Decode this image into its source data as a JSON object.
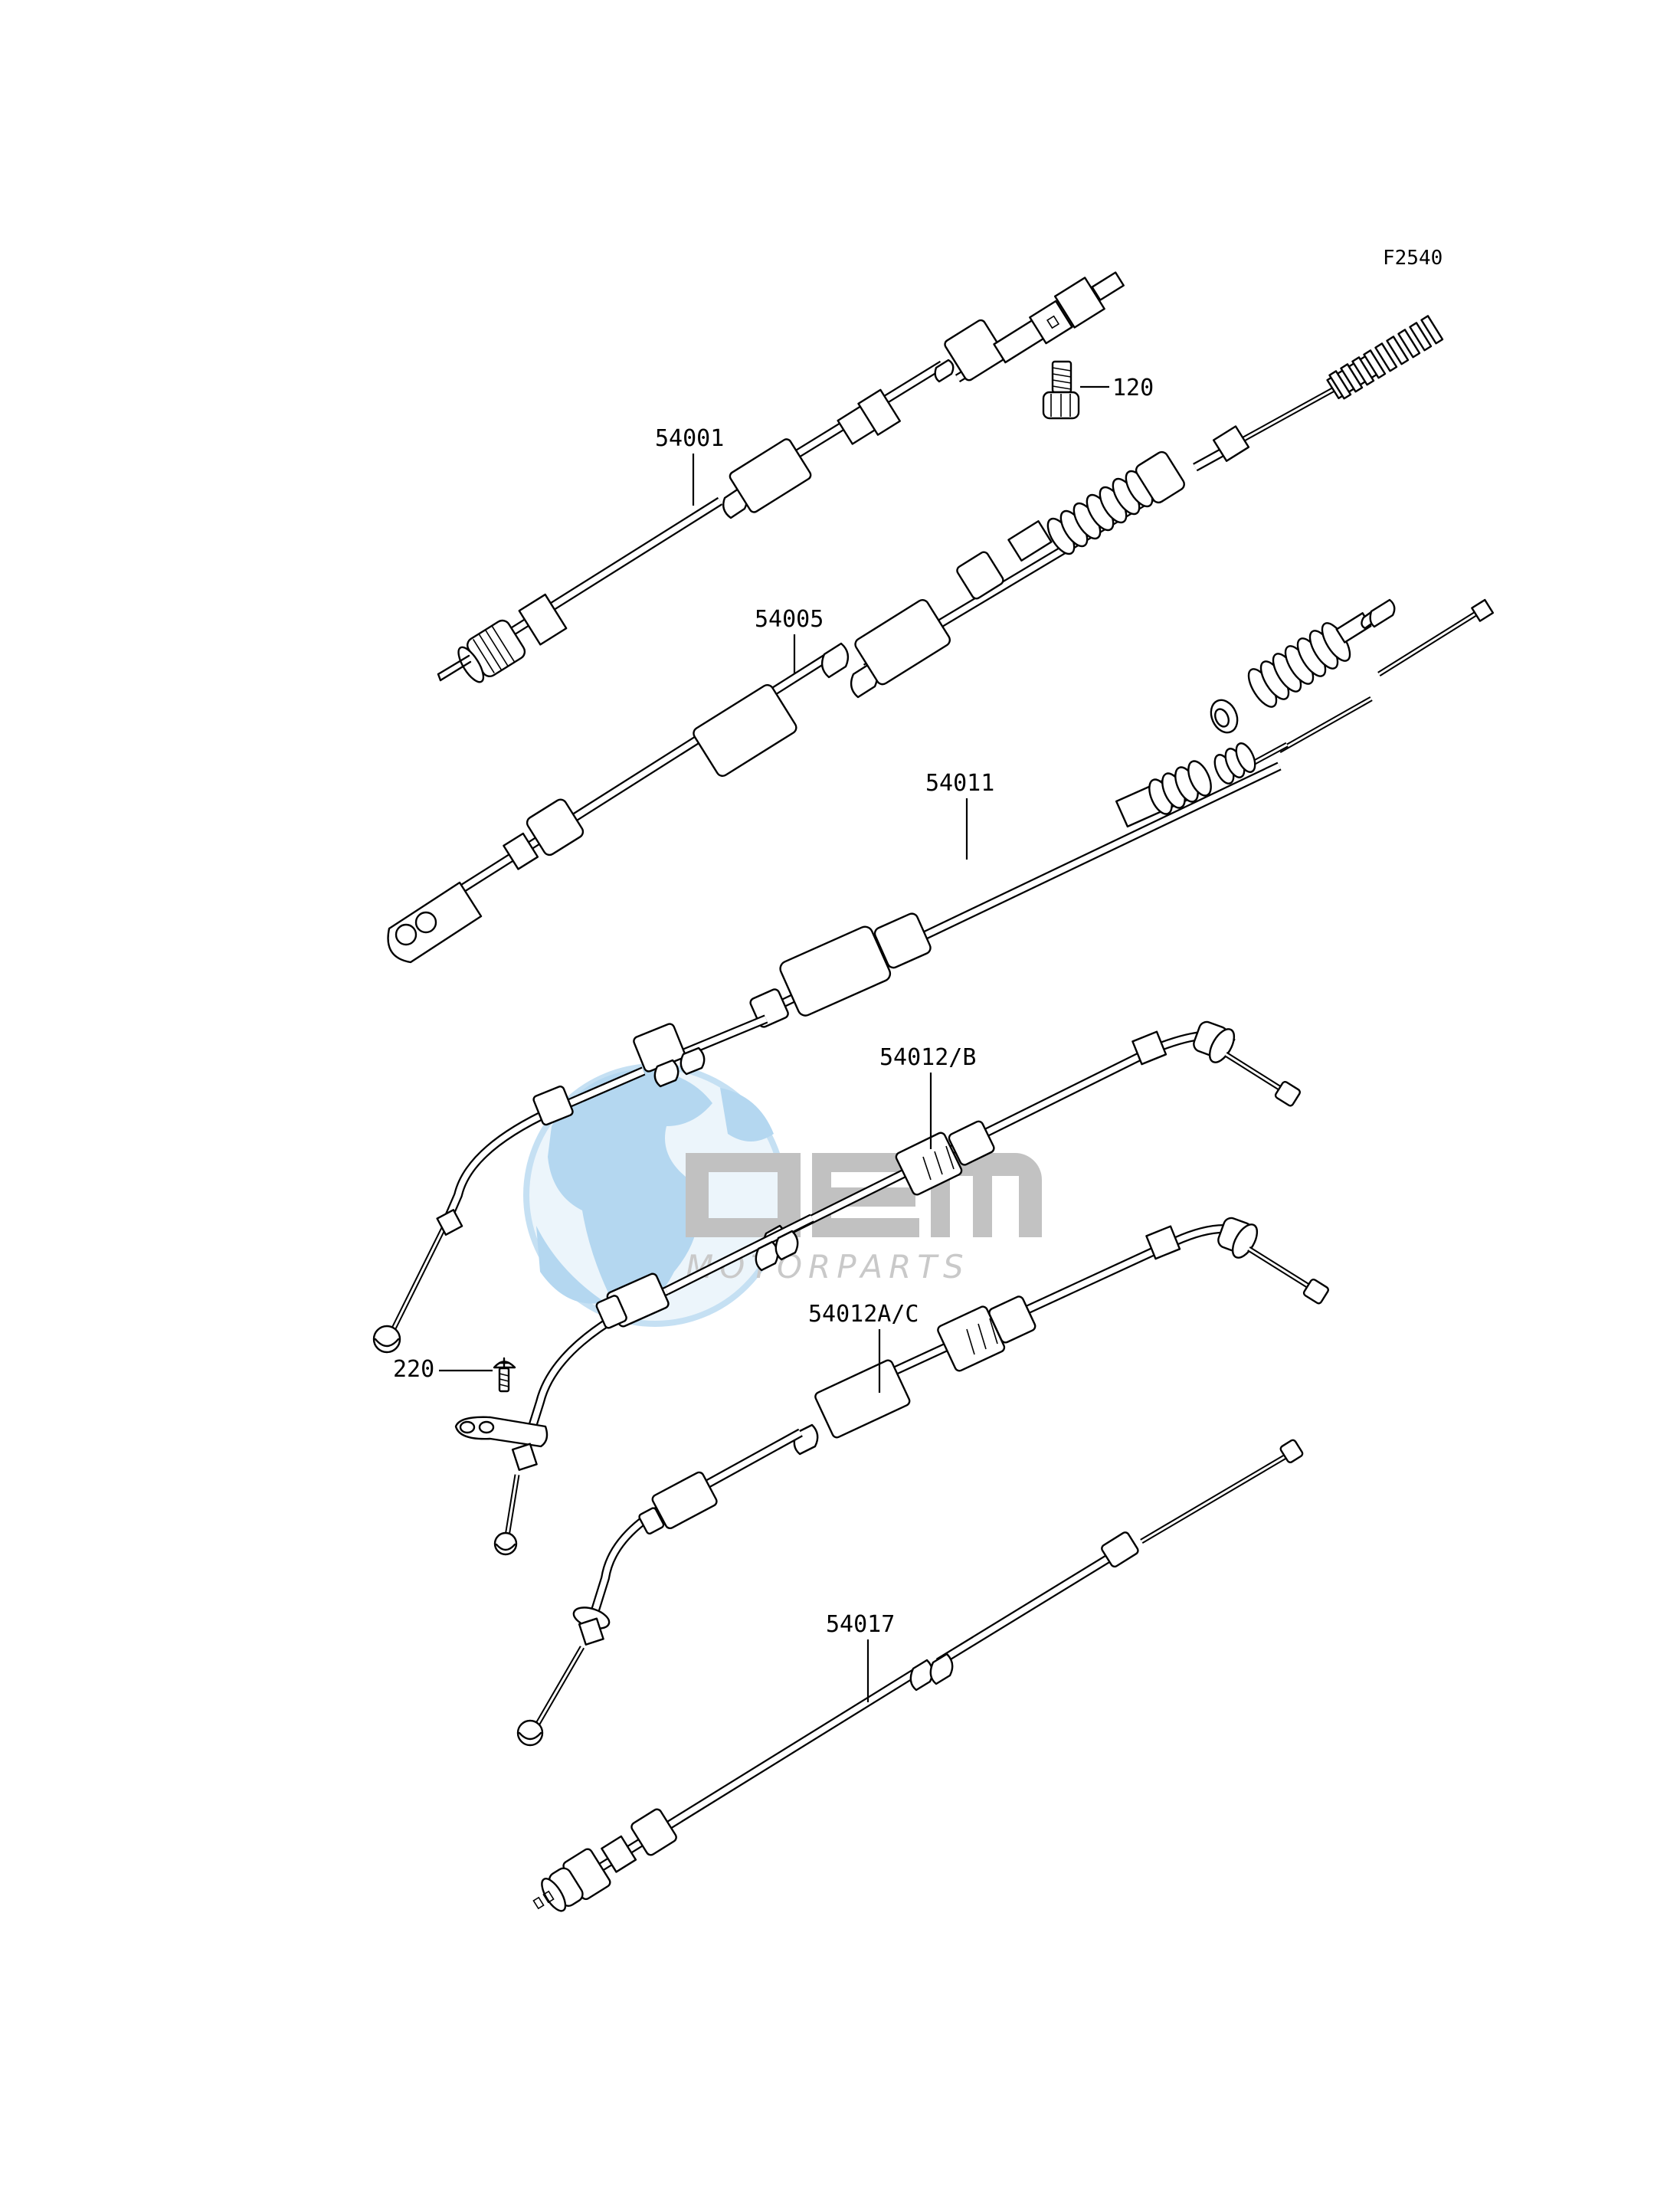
{
  "diagram": {
    "code": "F2540",
    "parts": [
      {
        "id": "54001"
      },
      {
        "id": "120"
      },
      {
        "id": "54005"
      },
      {
        "id": "54011"
      },
      {
        "id": "54012/B"
      },
      {
        "id": "220"
      },
      {
        "id": "54012A/C"
      },
      {
        "id": "54017"
      }
    ]
  },
  "watermark": {
    "brand": "OEM",
    "sub": "MOTORPARTS",
    "colors": {
      "globe": "#5aa8de",
      "letters": "#9a9a9a"
    }
  }
}
